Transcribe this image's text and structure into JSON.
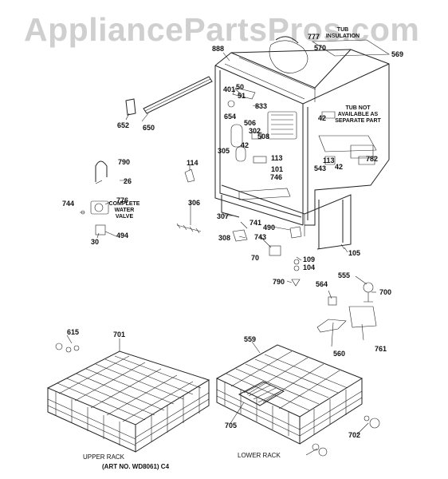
{
  "watermark": "AppliancePartsPros.com",
  "notes": {
    "tub_insulation": "TUB INSULATION",
    "tub_separate": "TUB NOT\nAVAILABLE AS\nSEPARATE PART",
    "water_valve": "COMPLETE\nWATER\nVALVE"
  },
  "captions": {
    "upper_rack": "UPPER RACK",
    "lower_rack": "LOWER RACK",
    "art_no": "(ART NO. WD8061) C4"
  },
  "part_labels": [
    "777",
    "570",
    "569",
    "888",
    "50",
    "51",
    "401",
    "833",
    "654",
    "506",
    "652",
    "650",
    "302",
    "508",
    "42",
    "113",
    "305",
    "42",
    "113",
    "543",
    "42",
    "782",
    "790",
    "26",
    "114",
    "101",
    "746",
    "744",
    "776",
    "494",
    "30",
    "306",
    "307",
    "741",
    "490",
    "308",
    "743",
    "70",
    "105",
    "109",
    "104",
    "790",
    "564",
    "555",
    "700",
    "615",
    "701",
    "559",
    "560",
    "761",
    "705",
    "702"
  ]
}
